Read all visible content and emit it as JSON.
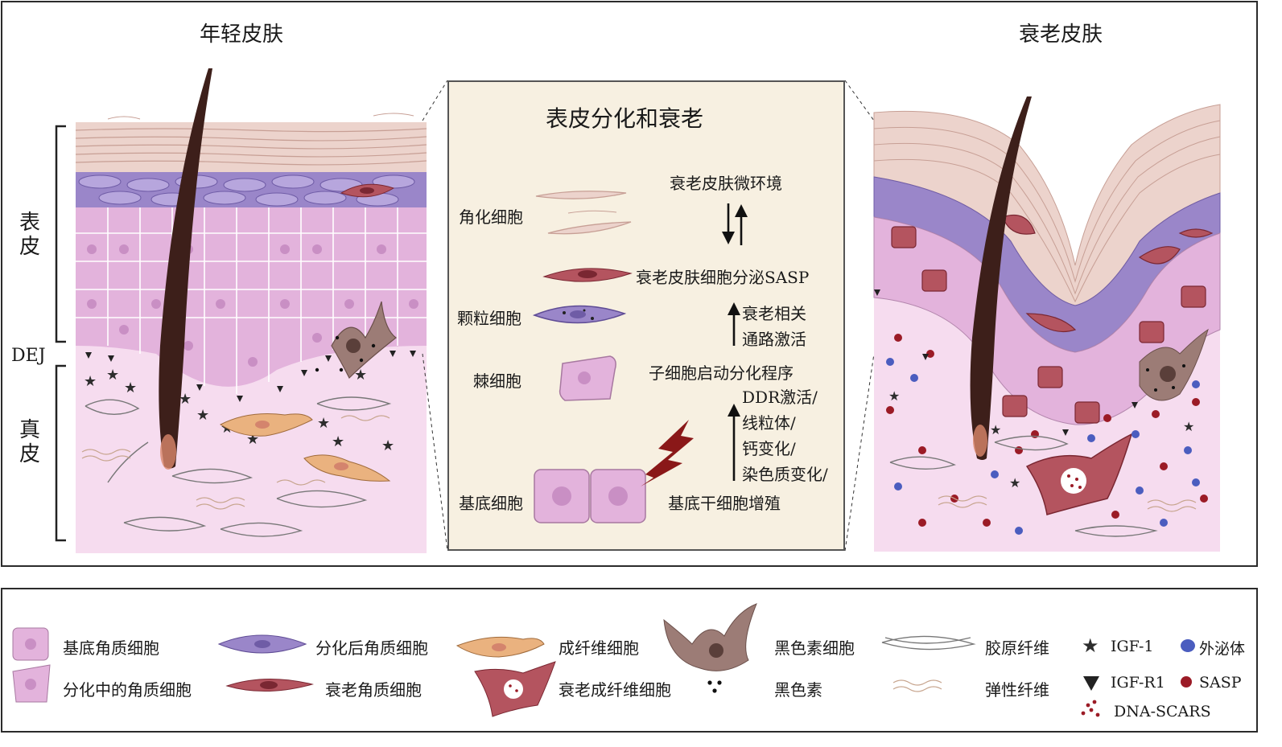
{
  "titles": {
    "young": "年轻皮肤",
    "aged": "衰老皮肤"
  },
  "axis": {
    "epidermis": "表皮",
    "dej": "DEJ",
    "dermis": "真皮"
  },
  "center": {
    "title": "表皮分化和衰老",
    "cells": {
      "keratinized": "角化细胞",
      "granular": "颗粒细胞",
      "spinous": "棘细胞",
      "basal": "基底细胞"
    },
    "steps": {
      "microenv": "衰老皮肤微环境",
      "sasp": "衰老皮肤细胞分泌SASP",
      "pathway_1": "衰老相关",
      "pathway_2": "通路激活",
      "program": "子细胞启动分化程序",
      "ddr_1": "DDR激活/",
      "ddr_2": "线粒体/",
      "ddr_3": "钙变化/",
      "ddr_4": "染色质变化/",
      "proliferation": "基底干细胞增殖"
    }
  },
  "legend": {
    "basal_keratinocyte": "基底角质细胞",
    "differentiating_keratinocyte": "分化中的角质细胞",
    "differentiated_keratinocyte": "分化后角质细胞",
    "senescent_keratinocyte": "衰老角质细胞",
    "fibroblast": "成纤维细胞",
    "senescent_fibroblast": "衰老成纤维细胞",
    "melanocyte": "黑色素细胞",
    "melanin": "黑色素",
    "collagen": "胶原纤维",
    "elastic": "弹性纤维",
    "igf1": "IGF-1",
    "igfr1": "IGF-R1",
    "exosome": "外泌体",
    "sasp": "SASP",
    "dna_scars": "DNA-SCARS"
  },
  "colors": {
    "stratum_corneum": "#ecd3cc",
    "granular_layer": "#9a86c9",
    "spinous": "#e3b3dc",
    "dermis": "#f6dcef",
    "senescent": "#b4545f",
    "fibroblast": "#eab27f",
    "melanocyte": "#9c7c76",
    "center_bg": "#f7f0e1",
    "sasp_dot": "#9b1b26",
    "exosome_dot": "#4b5dbf"
  }
}
